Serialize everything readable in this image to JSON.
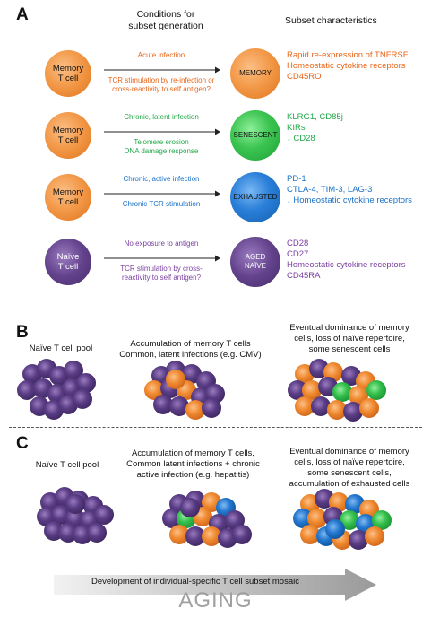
{
  "panelA": {
    "letter": "A",
    "header_conditions": "Conditions for\nsubset generation",
    "header_characteristics": "Subset characteristics",
    "rows": [
      {
        "left_cell": "Memory\nT cell",
        "left_color": "orange",
        "cond_top": "Acute infection",
        "cond_bottom": "TCR stimulation by re-infection or\ncross-reactivity to self antigen?",
        "cond_color": "#e8661a",
        "right_cell": "MEMORY",
        "right_color": "orange",
        "chars": [
          "Rapid re-expression of TNFRSF",
          "Homeostatic cytokine receptors",
          "CD45RO"
        ],
        "chars_color": "#e8661a"
      },
      {
        "left_cell": "Memory\nT cell",
        "left_color": "orange",
        "cond_top": "Chronic, latent infection",
        "cond_bottom": "Telomere erosion\nDNA damage response",
        "cond_color": "#22a84a",
        "right_cell": "SENESCENT",
        "right_color": "green",
        "chars": [
          "KLRG1, CD85j",
          "KIRs",
          "↓ CD28"
        ],
        "chars_color": "#22a84a"
      },
      {
        "left_cell": "Memory\nT cell",
        "left_color": "orange",
        "cond_top": "Chronic, active infection",
        "cond_bottom": "Chronic TCR stimulation",
        "cond_color": "#1a72c8",
        "right_cell": "EXHAUSTED",
        "right_color": "blue",
        "chars": [
          "PD-1",
          "CTLA-4, TIM-3, LAG-3",
          "↓ Homeostatic cytokine receptors"
        ],
        "chars_color": "#1a72c8"
      },
      {
        "left_cell": "Naïve\nT cell",
        "left_color": "purple",
        "cond_top": "No exposure to antigen",
        "cond_bottom": "TCR stimulation by cross-\nreactivity to self antigen?",
        "cond_color": "#7a3fa0",
        "right_cell": "AGED\nNAÏVE",
        "right_color": "purple",
        "chars": [
          "CD28",
          "CD27",
          "Homeostatic cytokine receptors",
          "CD45RA"
        ],
        "chars_color": "#7a3fa0"
      }
    ]
  },
  "panelB": {
    "letter": "B",
    "captions": [
      "Naïve T cell pool",
      "Accumulation of memory T cells\nCommon, latent infections (e.g. CMV)",
      "Eventual dominance of memory\ncells, loss of naïve repertoire,\nsome senescent cells"
    ]
  },
  "panelC": {
    "letter": "C",
    "captions": [
      "Naïve T cell pool",
      "Accumulation of memory T cells,\nCommon latent infections + chronic\nactive infection (e.g. hepatitis)",
      "Eventual dominance of memory\ncells, loss of naïve repertoire,\nsome senescent cells,\naccumulation of exhausted cells"
    ]
  },
  "bottom": {
    "arrow_label": "Development of individual-specific T cell subset mosaic",
    "aging_label": "AGING"
  },
  "colors": {
    "orange": "#f08a30",
    "green": "#2fbb48",
    "blue": "#1f73cc",
    "purple": "#5a3d85"
  }
}
